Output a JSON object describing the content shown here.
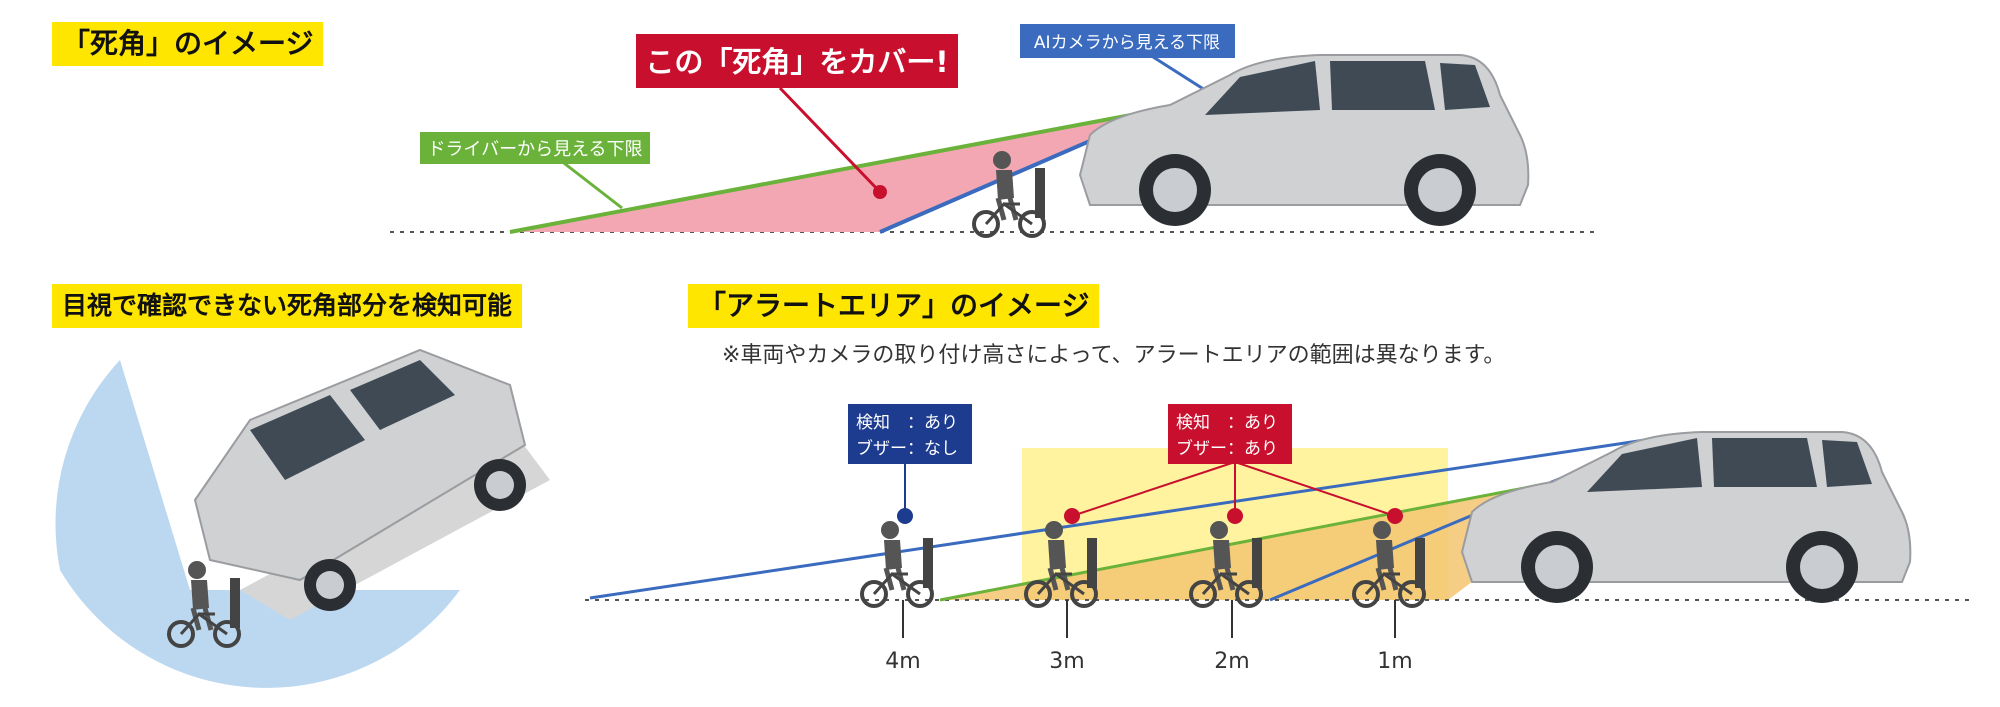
{
  "top": {
    "heading": "「死角」のイメージ",
    "callout": "この「死角」をカバー!",
    "driver_label": "ドライバーから見える下限",
    "camera_label": "AIカメラから見える下限"
  },
  "left": {
    "heading": "目視で確認できない死角部分を検知可能"
  },
  "bottom": {
    "heading": "「アラートエリア」のイメージ",
    "note": "※車両やカメラの取り付け高さによって、アラートエリアの範囲は異なります。",
    "status_blue": {
      "line1": "検知　：あり",
      "line2": "ブザー：なし"
    },
    "status_red": {
      "line1": "検知　：あり",
      "line2": "ブザー：あり"
    },
    "distances": [
      "4m",
      "3m",
      "2m",
      "1m"
    ]
  },
  "colors": {
    "yellow": "#ffe600",
    "red": "#c8102e",
    "navy": "#1d3c8f",
    "blue_line": "#3a6bbf",
    "green_line": "#6ab23a",
    "pink": "#f3a7b3",
    "alert_yellow": "#fff3a0",
    "orange": "#f3c470",
    "light_blue": "#bcd8f0",
    "car": "#cfd1d3"
  }
}
